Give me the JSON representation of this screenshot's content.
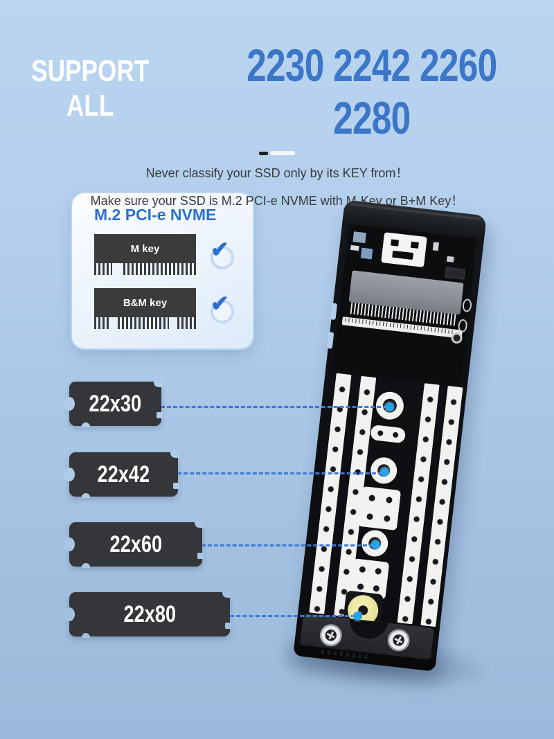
{
  "header": {
    "support_text": "SUPPORT ALL",
    "sizes_text": "2230 2242 2260 2280",
    "subtitle_line1": "Never classify your SSD only by its KEY from！",
    "subtitle_line2": "Make sure your SSD is M.2 PCI-e NVME with M-Key or B+M Key！"
  },
  "key_card": {
    "title": "M.2 PCI-e NVME",
    "items": [
      {
        "label": "M key",
        "checked": true
      },
      {
        "label": "B&M key",
        "checked": true
      }
    ]
  },
  "size_callouts": [
    {
      "label": "22x30"
    },
    {
      "label": "22x42"
    },
    {
      "label": "22x60"
    },
    {
      "label": "22x80"
    }
  ],
  "icons": {
    "check": "✔"
  },
  "colors": {
    "headline_blue": "#3b76c9",
    "card_title_blue": "#2b6fd0",
    "check_blue": "#2b6fd0",
    "leader_line_blue": "#3b79d6",
    "dot_cyan": "#25a3e6",
    "callout_bg": "#35363a",
    "connector_dark": "#3a3b3d",
    "grommet_yellow": "#e9e29c",
    "background_top": "#bad5ef",
    "background_bottom": "#9cbadb"
  }
}
